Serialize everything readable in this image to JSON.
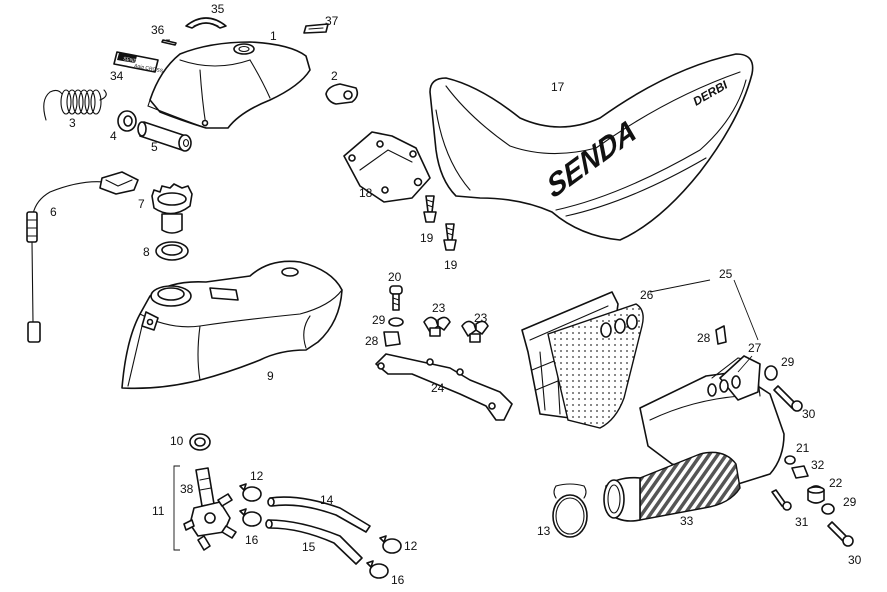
{
  "callouts": {
    "c1": "1",
    "c2": "2",
    "c3": "3",
    "c4": "4",
    "c5": "5",
    "c6": "6",
    "c7": "7",
    "c8": "8",
    "c9": "9",
    "c10": "10",
    "c11": "11",
    "c12a": "12",
    "c12b": "12",
    "c13": "13",
    "c14": "14",
    "c15": "15",
    "c16a": "16",
    "c16b": "16",
    "c17": "17",
    "c18": "18",
    "c19a": "19",
    "c19b": "19",
    "c20": "20",
    "c21": "21",
    "c22": "22",
    "c23a": "23",
    "c23b": "23",
    "c24": "24",
    "c25": "25",
    "c26": "26",
    "c27": "27",
    "c28a": "28",
    "c28b": "28",
    "c29a": "29",
    "c29b": "29",
    "c29c": "29",
    "c30a": "30",
    "c30b": "30",
    "c31": "31",
    "c32": "32",
    "c33": "33",
    "c34": "34",
    "c35": "35",
    "c36": "36",
    "c37": "37",
    "c38": "38"
  },
  "seat_decal": {
    "brand": "SENDA",
    "model": "DERBI"
  },
  "sticker_34": {
    "line1": "SENDA",
    "line2": "Agip CROSS"
  }
}
